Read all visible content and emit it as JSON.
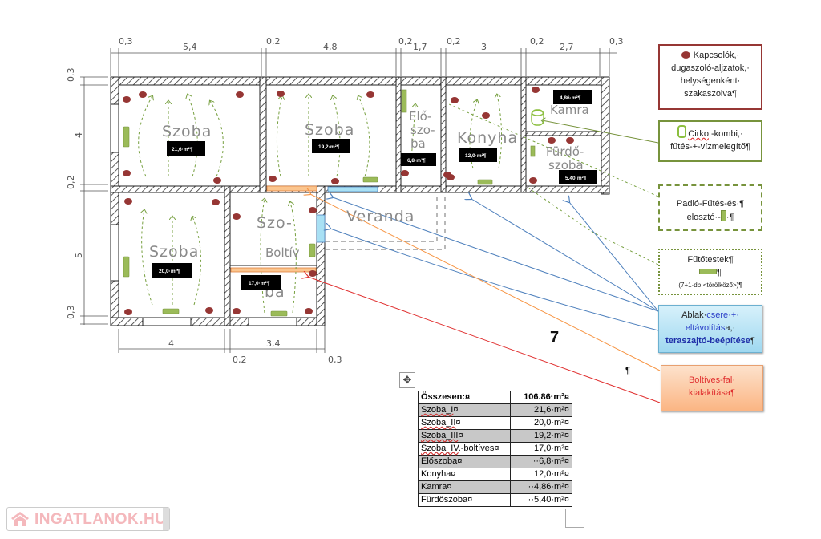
{
  "dimensions": {
    "top": [
      "0,3",
      "5,4",
      "0,2",
      "4,8",
      "0,2",
      "1,7",
      "0,2",
      "3",
      "0,2",
      "2,7",
      "0,3"
    ],
    "left": [
      "0,3",
      "4",
      "0,2",
      "5",
      "0,3"
    ],
    "bottom": [
      "4",
      "3,4"
    ],
    "bottom_small": [
      "0,2",
      "0,3"
    ]
  },
  "rooms": [
    {
      "label": "Szoba",
      "area": "21,6·m²¶"
    },
    {
      "label": "Szoba",
      "area": "19,2·m²¶"
    },
    {
      "label_lines": [
        "Elő-",
        "szo-",
        "ba"
      ],
      "area": "6,8·m²¶"
    },
    {
      "label": "Konyha",
      "area": "12,0·m²¶"
    },
    {
      "label": "Kamra",
      "area": "4,86·m²¶"
    },
    {
      "label_lines": [
        "Fürdő-",
        "szoba"
      ],
      "area": "5,40·m²¶"
    },
    {
      "label": "Szoba",
      "area": "20,0·m²¶"
    },
    {
      "label_lines": [
        "Szo-",
        "ba"
      ],
      "area": "17,0·m²¶"
    }
  ],
  "plan_labels": {
    "veranda": "Veranda",
    "boltiv": "Boltív"
  },
  "legend": {
    "switches": {
      "text_lines": [
        "Kapcsolók,·",
        "dugaszoló-aljzatok,·",
        "helységenként·",
        "szakaszolva¶"
      ],
      "icon": "red-dot"
    },
    "boiler": {
      "word1": "Cirko",
      "rest1": ".-kombi,·",
      "line2": "fűtés-+-vízmelegítő¶",
      "icon": "cylinder"
    },
    "floor_heating": {
      "line1": "Padló-Fűtés-és·¶",
      "line2a": "elosztó·-",
      "line2b": "·¶",
      "icon": "valve"
    },
    "radiators": {
      "title": "Fűtőtestek¶",
      "pilcrow": "¶",
      "note": "(7+1·db·<törölköző>)¶",
      "icon": "radiator-bar"
    },
    "windows": {
      "p1": "Ablak·",
      "p2": "csere·+·",
      "p3": "eltávolítás",
      "p4": "a,·",
      "p5": "teraszajtó-beépítése",
      "p6": "¶"
    },
    "arch": {
      "line1": "Boltíves-fal·",
      "line2": "kialakítása¶"
    }
  },
  "colors": {
    "switch": "#963634",
    "heating": "#9bbb59",
    "window_arrow": "#4f81bd",
    "arch_orange": "#f79646",
    "arch_red": "#e03030"
  },
  "table": {
    "total": {
      "name": "Összesen:¤",
      "value": "106.86·m²¤"
    },
    "rows": [
      {
        "name_u": "Szoba_I",
        "name_r": "¤",
        "value": "21,6·m²¤",
        "shaded": true
      },
      {
        "name_u": "Szoba_II",
        "name_r": "¤",
        "value": "20,0·m²¤",
        "shaded": false
      },
      {
        "name_u": "Szoba_III",
        "name_r": "¤",
        "value": "19,2·m²¤",
        "shaded": true
      },
      {
        "name_u": "Szoba_IV",
        "name_r": ".-boltíves¤",
        "value": "17,0·m²¤",
        "shaded": false
      },
      {
        "name_u": "",
        "name_r": "Előszoba¤",
        "value": "··6,8·m²¤",
        "shaded": true
      },
      {
        "name_u": "",
        "name_r": "Konyha¤",
        "value": "12,0·m²¤",
        "shaded": false
      },
      {
        "name_u": "",
        "name_r": "Kamra¤",
        "value": "··4,86·m²¤",
        "shaded": true
      },
      {
        "name_u": "",
        "name_r": "Fürdőszoba¤",
        "value": "··5,40·m²¤",
        "shaded": false
      }
    ],
    "cell_end": "¤"
  },
  "misc": {
    "pilcrow": "¶",
    "stray_mark": "7",
    "move_handle_icon": "✥"
  },
  "logo": {
    "text": "INGATLANOK.HU"
  }
}
